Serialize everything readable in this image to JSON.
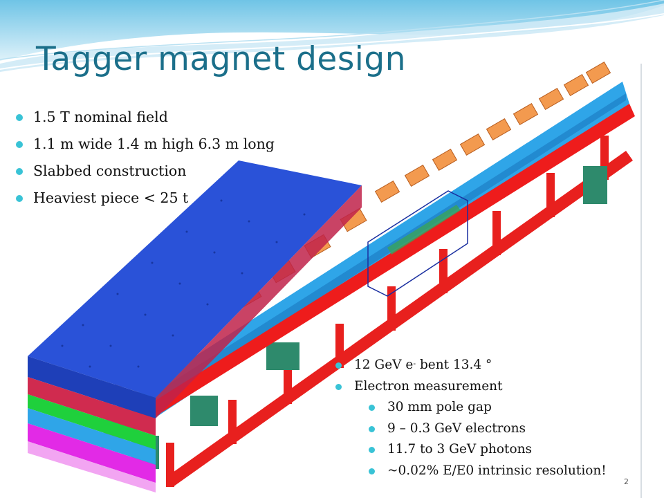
{
  "slide": {
    "title": "Tagger magnet design",
    "page_number": "2",
    "bullets_main": [
      "1.5 T  nominal field",
      "1.1 m wide  1.4 m high 6.3 m long",
      "Slabbed construction",
      "Heaviest piece < 25 t"
    ],
    "bullets_lower": {
      "beam_prefix": "12 GeV e",
      "beam_sup": "-",
      "beam_suffix": " bent 13.4 °",
      "electron": "Electron measurement",
      "sub": [
        "30 mm pole gap",
        "9 – 0.3 GeV electrons",
        "11.7 to 3 GeV photons",
        "~0.02% E/E0 intrinsic resolution!"
      ]
    }
  },
  "colors": {
    "title": "#1b6f8a",
    "bullet": "#39c3d6",
    "yoke_blue": "#2a52d8",
    "frame_red": "#ee1c1c",
    "coil_orange": "#f39a4f",
    "chamber_cyan": "#2fa5e8",
    "layer_green": "#1fd03c",
    "layer_magenta": "#e22ae6",
    "support_teal": "#2e8a6c"
  }
}
